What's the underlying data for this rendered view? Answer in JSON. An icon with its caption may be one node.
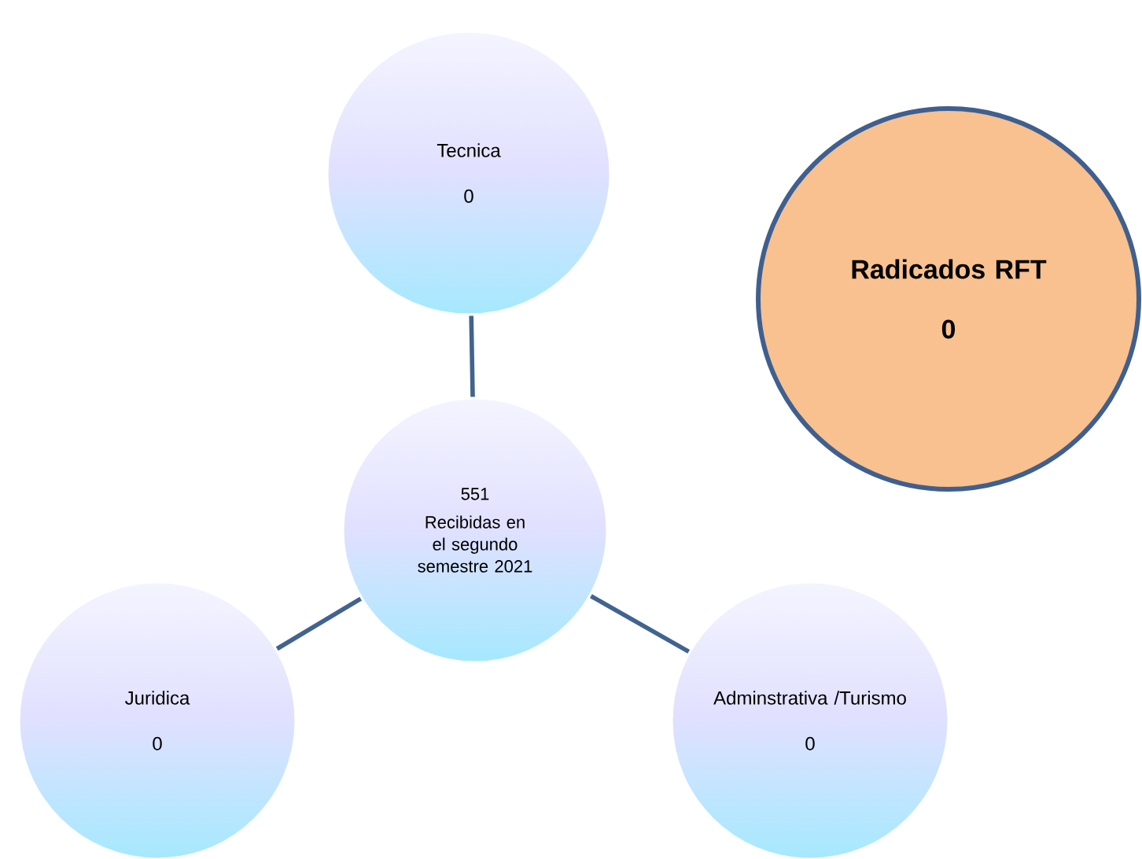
{
  "diagram": {
    "nodes": [
      {
        "text": [
          "Tecnica",
          "0"
        ]
      },
      {
        "text": [
          "Radicados RFT",
          "0"
        ]
      },
      {
        "text": [
          "551",
          "Recibidas en el segundo semestre 2021"
        ]
      },
      {
        "text": [
          "Juridica",
          "0"
        ]
      },
      {
        "text": [
          "Adminstrativa /Turismo",
          "0"
        ]
      }
    ],
    "edges": [
      {
        "from": 2,
        "to": 0,
        "arrow": "none"
      },
      {
        "from": 2,
        "to": 3,
        "arrow": "none"
      },
      {
        "from": 2,
        "to": 4,
        "arrow": "none"
      }
    ]
  }
}
